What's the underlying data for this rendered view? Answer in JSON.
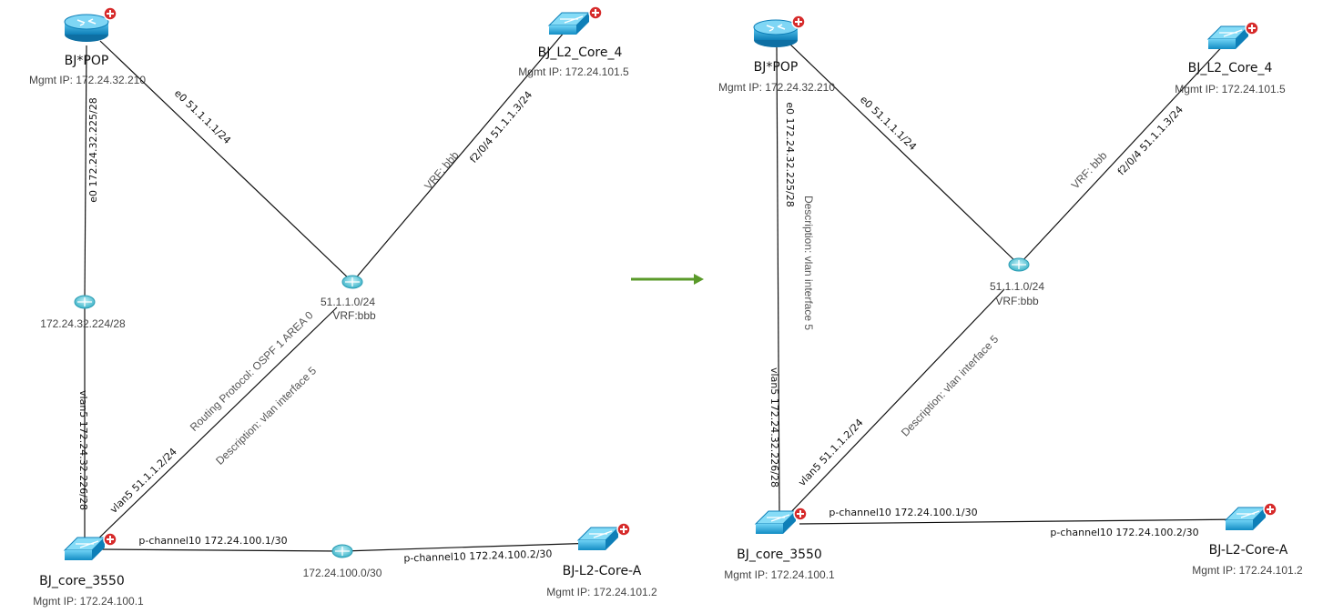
{
  "colors": {
    "device_blue": "#1a9fd9",
    "subnet_teal": "#4ec3d6",
    "badge_red": "#d62b2b",
    "arrow_green": "#5a9a2a"
  },
  "icons": {
    "router": "router-icon",
    "switch": "switch-icon",
    "subnet": "subnet-icon",
    "badge": "plus-badge-icon",
    "arrow": "arrow-right-icon"
  },
  "left": {
    "bjpop": {
      "name": "BJ*POP",
      "mgmt": "Mgmt IP:  172.24.32.210"
    },
    "l2core4": {
      "name": "BJ_L2_Core_4",
      "mgmt": "Mgmt IP:  172.24.101.5"
    },
    "core3550": {
      "name": "BJ_core_3550",
      "mgmt": "Mgmt IP:  172.24.100.1"
    },
    "l2corea": {
      "name": "BJ-L2-Core-A",
      "mgmt": "Mgmt IP:  172.24.101.2"
    },
    "subnet_a": {
      "label": "172.24.32.224/28"
    },
    "subnet_b": {
      "label": "51.1.1.0/24",
      "vrf": "VRF:bbb"
    },
    "subnet_c": {
      "label": "172.24.100.0/30"
    },
    "labels": {
      "pop_e0_down": "e0 172.24.32.225/28",
      "pop_e0_diag": "e0 51.1.1.1/24",
      "core4_if": "f2/0/4 51.1.1.3/24",
      "core4_vrf": "VRF: bbb",
      "core_vlan5_up": "vlan5 172.24.32.226/28",
      "core_vlan5_diag": "vlan5 51.1.1.2/24",
      "routing_protocol": "Routing Protocol: OSPF 1 AREA 0",
      "description": "Description: vlan interface 5",
      "pch_core": "p-channel10 172.24.100.1/30",
      "pch_corea": "p-channel10 172.24.100.2/30"
    }
  },
  "right": {
    "bjpop": {
      "name": "BJ*POP",
      "mgmt": "Mgmt IP:  172.24.32.210"
    },
    "l2core4": {
      "name": "BJ_L2_Core_4",
      "mgmt": "Mgmt IP:  172.24.101.5"
    },
    "core3550": {
      "name": "BJ_core_3550",
      "mgmt": "Mgmt IP:  172.24.100.1"
    },
    "l2corea": {
      "name": "BJ-L2-Core-A",
      "mgmt": "Mgmt IP:  172.24.101.2"
    },
    "subnet_b": {
      "label": "51.1.1.0/24",
      "vrf": "VRF:bbb"
    },
    "labels": {
      "pop_e0_down": "e0 172.24.32.225/28",
      "pop_desc": "Description: vlan interface 5",
      "pop_e0_diag": "e0 51.1.1.1/24",
      "core4_vrf": "VRF: bbb",
      "core4_if": "f2/0/4 51.1.1.3/24",
      "core_vlan5_up": "vlan5 172.24.32.226/28",
      "core_vlan5_diag": "vlan5 51.1.1.2/24",
      "description": "Description: vlan interface 5",
      "pch_core": "p-channel10 172.24.100.1/30",
      "pch_corea": "p-channel10 172.24.100.2/30"
    }
  }
}
